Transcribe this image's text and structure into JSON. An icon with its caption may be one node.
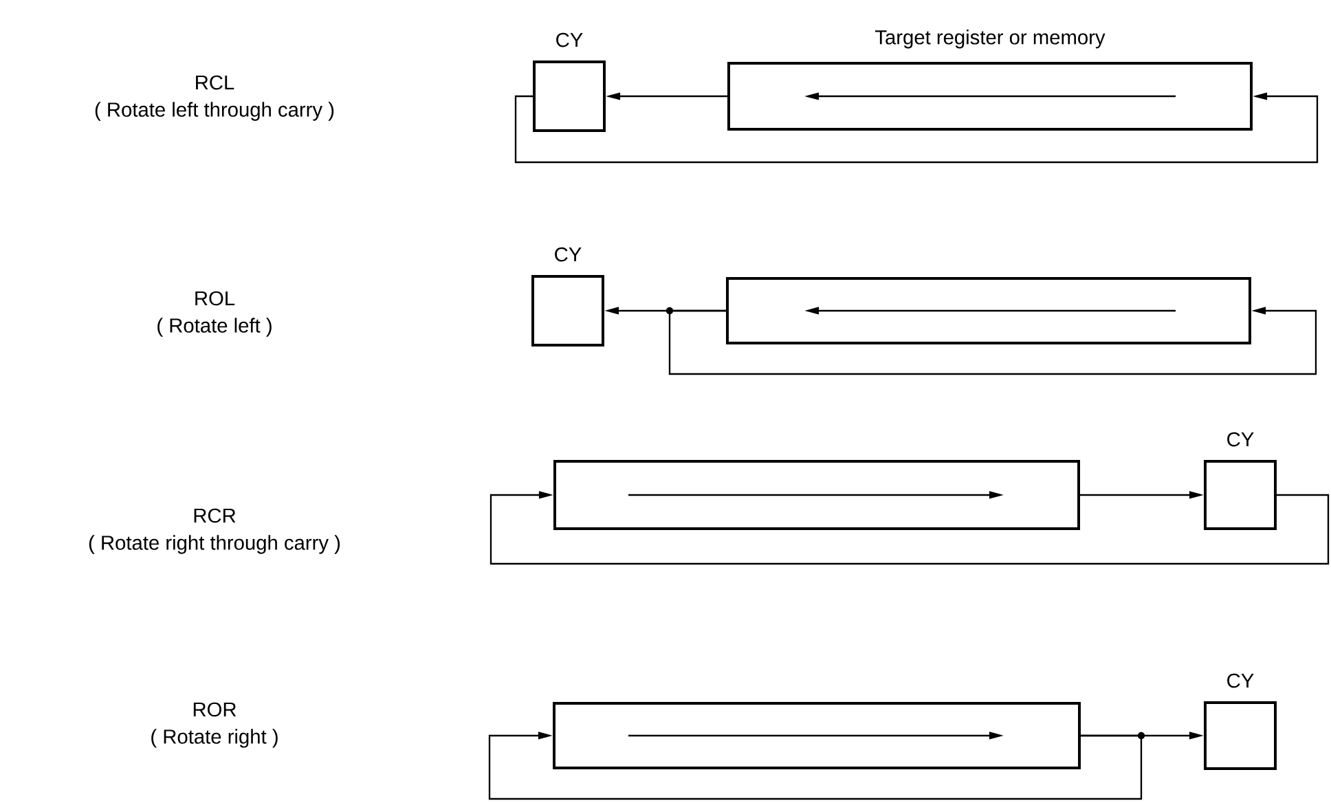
{
  "diagram": {
    "nodes": [
      {
        "text": [
          "CY"
        ]
      },
      {
        "text": [
          "Target register or memory"
        ]
      },
      {
        "text": [
          "CY"
        ]
      },
      {
        "text": [],
        "shape": "box"
      },
      {
        "text": [],
        "shape": "box"
      },
      {
        "text": [
          "CY"
        ]
      },
      {
        "text": [],
        "shape": "box"
      },
      {
        "text": [
          "CY"
        ]
      }
    ],
    "edges": [
      {
        "from": 1,
        "to": 0,
        "arrow": "to"
      },
      {
        "from": 0,
        "to": 1,
        "arrow": "to"
      },
      {
        "from": 3,
        "to": 2,
        "arrow": "to"
      },
      {
        "from": 3,
        "to": 3,
        "arrow": "to"
      },
      {
        "from": 4,
        "to": 5,
        "arrow": "to"
      },
      {
        "from": 5,
        "to": 4,
        "arrow": "to"
      },
      {
        "from": 6,
        "to": 7,
        "arrow": "to"
      },
      {
        "from": 6,
        "to": 6,
        "arrow": "to"
      }
    ],
    "labels": [
      "RCL",
      "( Rotate left through carry )",
      "ROL",
      "( Rotate left )",
      "RCR",
      "( Rotate right through carry )",
      "ROR",
      "( Rotate right )"
    ]
  }
}
